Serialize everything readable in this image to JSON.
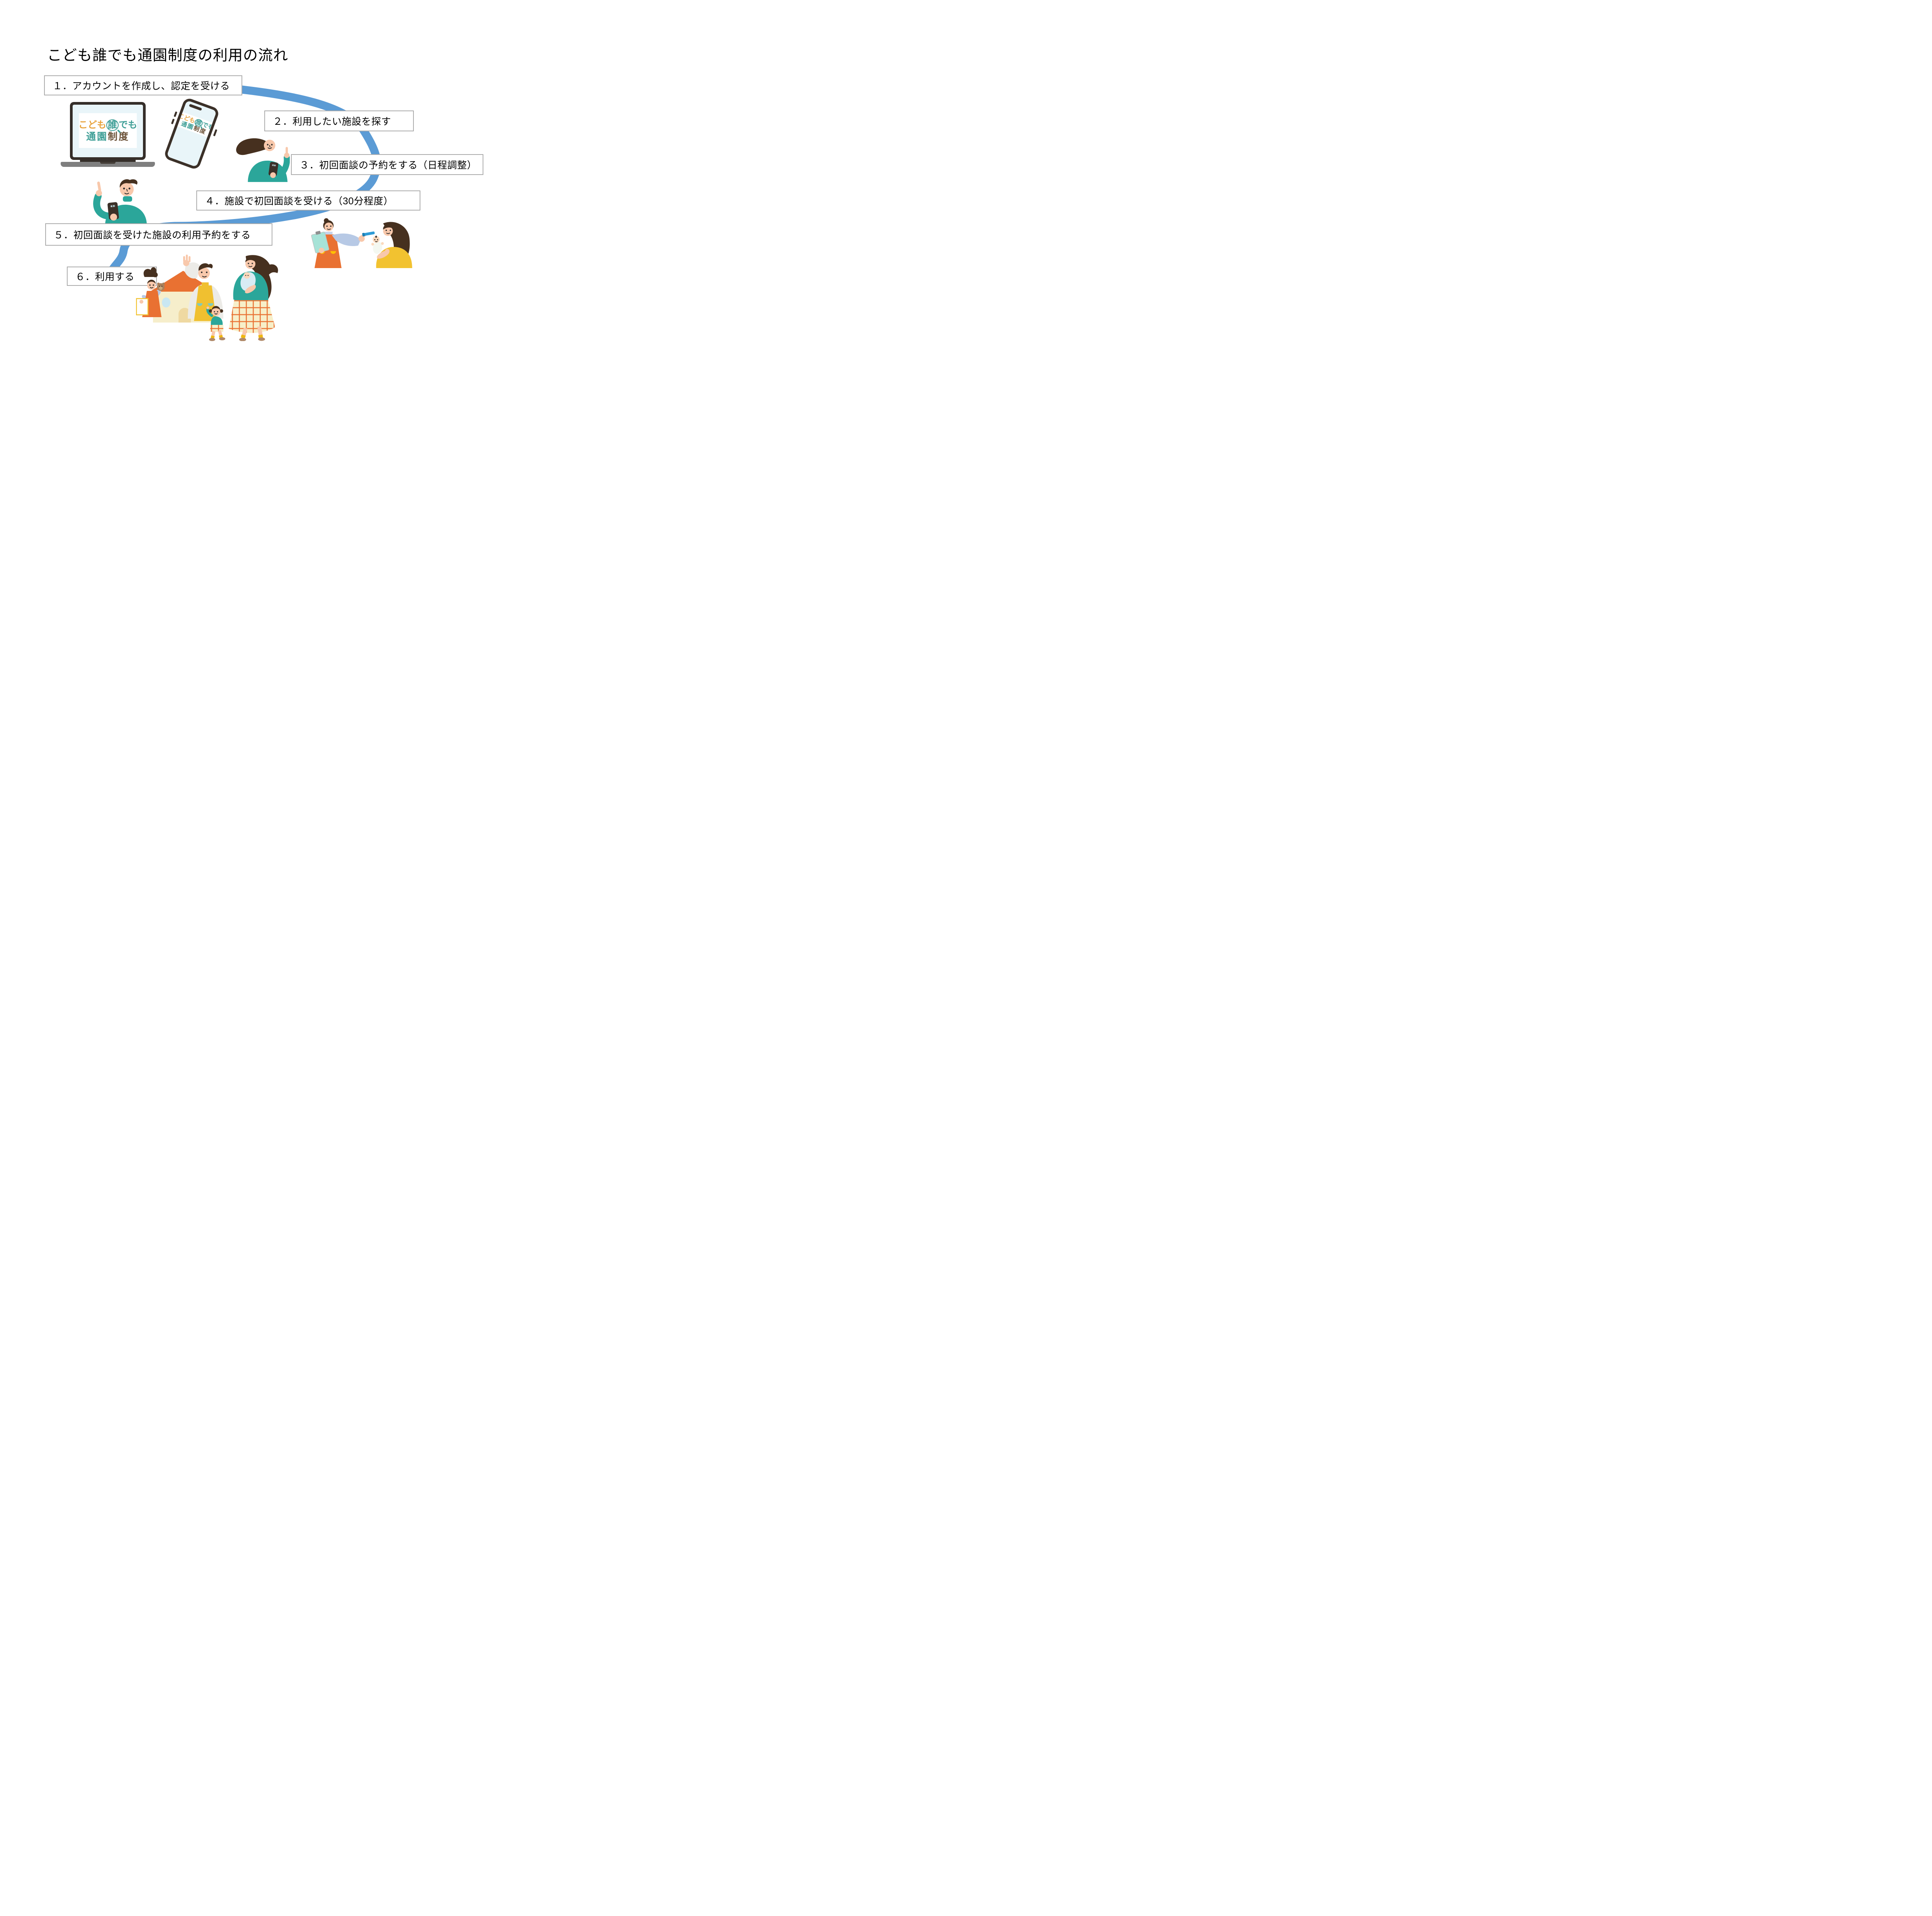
{
  "slide": {
    "title": "こども誰でも通園制度の利用の流れ"
  },
  "flow": {
    "connector_color": "#5B9BD5",
    "box_border_color": "#ACACAC",
    "box_fill_color": "#FFFFFF",
    "steps": [
      {
        "label": "１．アカウントを作成し、認定を受ける"
      },
      {
        "label": "２．利用したい施設を探す"
      },
      {
        "label": "３．初回面談の予約をする（日程調整）"
      },
      {
        "label": "４．施設で初回面談を受ける（30分程度）"
      },
      {
        "label": "５．初回面談を受けた施設の利用予約をする"
      },
      {
        "label": "６．利用する"
      }
    ]
  },
  "logo": {
    "kodomo": "こども",
    "dare": "誰",
    "demo": "でも",
    "tsuen": "通園",
    "seido": "制度",
    "colors": {
      "orange": "#E8A33D",
      "teal": "#3D9E96",
      "brown": "#6B5137"
    }
  },
  "palette": {
    "connector_blue": "#5B9BD5",
    "clothing_teal": "#2BA69A",
    "apron_orange": "#E97132",
    "apron_yellow": "#F0C030",
    "mother_yellow": "#F2C230",
    "skin": "#F8C8AB",
    "hair_brown": "#46301F",
    "device_screen_blue": "#E9F5F9",
    "device_dark": "#3B3028",
    "clipboard_mint": "#A7E3D7",
    "sleeve_blue_gray": "#B7C9E5"
  },
  "icons": {
    "laptop": "laptop-with-logo-icon",
    "smartphone": "smartphone-with-logo-icon",
    "woman_pointing": "woman-using-phone-icon",
    "man_pointing": "man-using-phone-icon",
    "interview": "caregiver-interview-mother-baby-icon",
    "family": "nursery-family-scene-icon"
  }
}
